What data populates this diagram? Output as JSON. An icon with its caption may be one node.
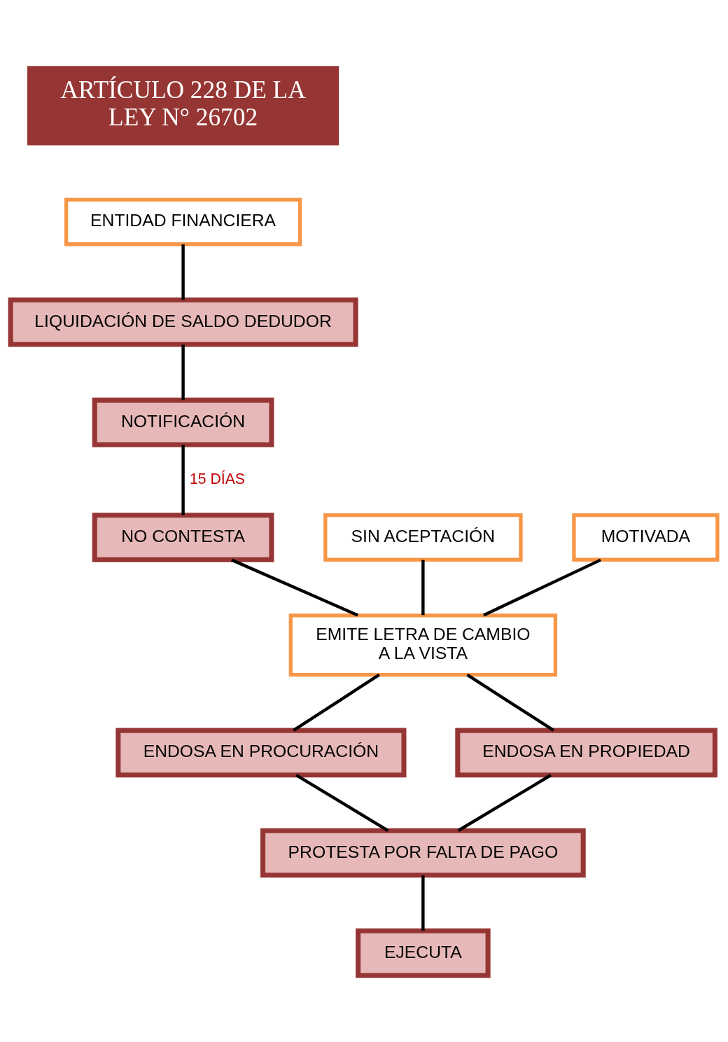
{
  "diagram": {
    "nodes": [
      {
        "text": [
          "ARTÍCULO 228 DE LA LEY N° 26702"
        ]
      },
      {
        "text": [
          "ENTIDAD FINANCIERA"
        ]
      },
      {
        "text": [
          "LIQUIDACIÓN DE SALDO DEDUDOR"
        ]
      },
      {
        "text": [
          "NOTIFICACIÓN"
        ]
      },
      {
        "text": [
          "NO CONTESTA"
        ]
      },
      {
        "text": [
          "SIN ACEPTACIÓN"
        ]
      },
      {
        "text": [
          "EMITE LETRA DE CAMBIO A LA VISTA"
        ]
      },
      {
        "text": [
          "MOTIVADA"
        ]
      },
      {
        "text": [
          "ENDOSA EN PROCURACIÓN"
        ]
      },
      {
        "text": [
          "ENDOSA EN PROPIEDAD"
        ]
      },
      {
        "text": [
          "PROTESTA POR FALTA DE PAGO"
        ]
      },
      {
        "text": [
          "EJECUTA"
        ]
      }
    ],
    "edges": [
      {
        "from": 1,
        "to": 2,
        "arrow": "none"
      },
      {
        "from": 2,
        "to": 3,
        "arrow": "none"
      },
      {
        "from": 3,
        "to": 4,
        "arrow": "none",
        "label": "15 DÍAS"
      },
      {
        "from": 4,
        "to": 6,
        "arrow": "none"
      },
      {
        "from": 5,
        "to": 6,
        "arrow": "none"
      },
      {
        "from": 7,
        "to": 6,
        "arrow": "none"
      },
      {
        "from": 6,
        "to": 8,
        "arrow": "none"
      },
      {
        "from": 6,
        "to": 9,
        "arrow": "none"
      },
      {
        "from": 8,
        "to": 10,
        "arrow": "none"
      },
      {
        "from": 9,
        "to": 10,
        "arrow": "none"
      },
      {
        "from": 10,
        "to": 11,
        "arrow": "none"
      }
    ]
  }
}
